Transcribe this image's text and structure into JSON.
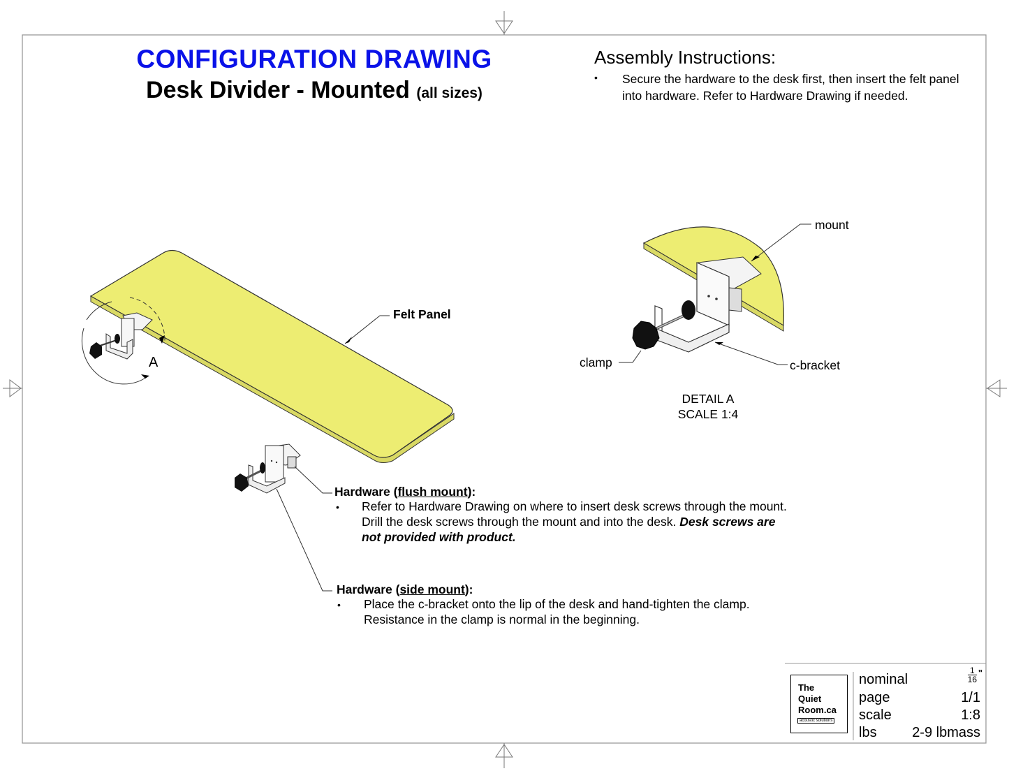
{
  "title": {
    "main": "CONFIGURATION DRAWING",
    "sub": "Desk Divider - Mounted",
    "sub_note": "(all sizes)"
  },
  "assembly": {
    "heading": "Assembly Instructions:",
    "bullet": "•",
    "text": "Secure the hardware to the desk first, then insert the felt panel into hardware. Refer to Hardware Drawing if needed."
  },
  "labels": {
    "felt_panel": "Felt Panel",
    "detail_marker": "A",
    "mount": "mount",
    "clamp": "clamp",
    "c_bracket": "c-bracket"
  },
  "detail": {
    "line1": "DETAIL A",
    "line2": "SCALE 1:4"
  },
  "hardware_flush": {
    "heading_prefix": "Hardware (",
    "heading_underlined": "flush mount",
    "heading_suffix": "):",
    "bullet": "•",
    "line1": "Refer to Hardware Drawing on where to insert desk screws through the mount.",
    "line2": "Drill the desk screws through the mount and into the desk. ",
    "line2_emph": "Desk screws are",
    "line3_emph": "not provided with product."
  },
  "hardware_side": {
    "heading_prefix": "Hardware (",
    "heading_underlined": "side mount",
    "heading_suffix": "):",
    "bullet": "•",
    "line1": "Place the c-bracket onto the lip of the desk and hand-tighten the clamp.",
    "line2": "Resistance in the clamp is normal in the beginning."
  },
  "logo": {
    "line1": "The",
    "line2": "Quiet",
    "line3": "Room.ca",
    "tagline": "acoustic solutions"
  },
  "title_block": {
    "nominal_label": "nominal",
    "nominal_num": "1",
    "nominal_den": "16",
    "nominal_unit": "\"",
    "page_label": "page",
    "page_value": "1/1",
    "scale_label": "scale",
    "scale_value": "1:8",
    "weight_label": "lbs",
    "weight_value": "2-9 lbmass"
  },
  "colors": {
    "panel_fill": "#eded72",
    "title_blue": "#0a12e8",
    "frame": "#999999"
  }
}
